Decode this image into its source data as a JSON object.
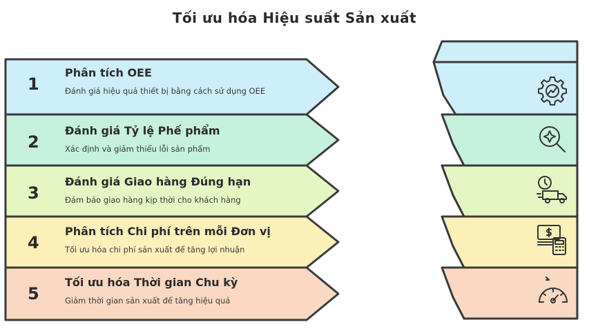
{
  "title": "Tối ưu hóa Hiệu suất Sản xuất",
  "steps": [
    {
      "number": "1",
      "title": "Phân tích OEE",
      "description": "Đánh giá hiệu quả thiết bị bằng cách sử dụng OEE",
      "color": "#cdeefb",
      "icon": "gear-chart-icon"
    },
    {
      "number": "2",
      "title": "Đánh giá Tỷ lệ Phế phẩm",
      "description": "Xác định và giảm thiểu lỗi sản phẩm",
      "color": "#c6f1dd",
      "icon": "magnifier-sparkle-icon"
    },
    {
      "number": "3",
      "title": "Đánh giá Giao hàng Đúng hạn",
      "description": "Đảm bảo giao hàng kịp thời cho khách hàng",
      "color": "#e4f7c3",
      "icon": "clock-truck-icon"
    },
    {
      "number": "4",
      "title": "Phân tích Chi phí trên mỗi Đơn vị",
      "description": "Tối ưu hóa chi phí sản xuất để tăng lợi nhuận",
      "color": "#fbf0b8",
      "icon": "money-calculator-icon"
    },
    {
      "number": "5",
      "title": "Tối ưu hóa Thời gian Chu kỳ",
      "description": "Giảm thời gian sản xuất để tăng hiệu quả",
      "color": "#fad8c2",
      "icon": "speedometer-icon"
    }
  ]
}
